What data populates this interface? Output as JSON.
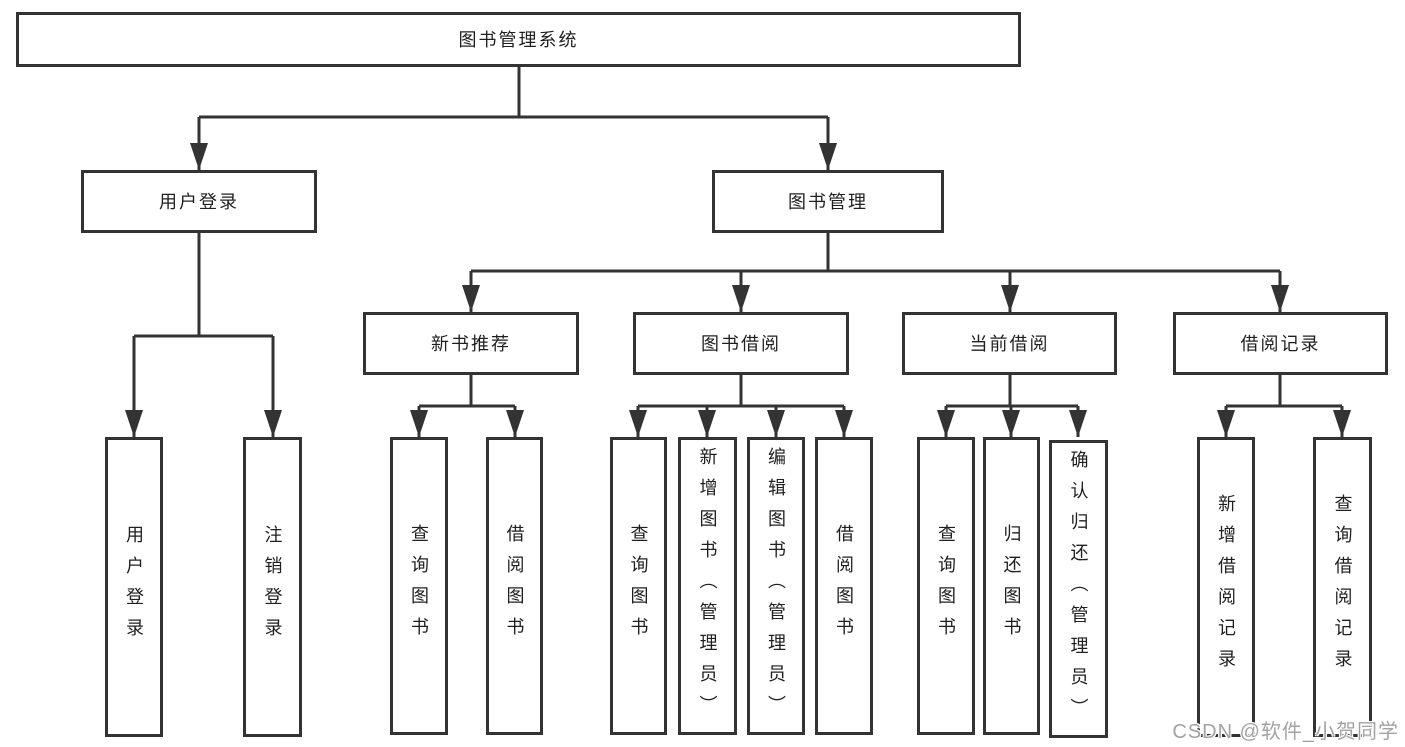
{
  "root": {
    "label": "图书管理系统"
  },
  "level2": [
    {
      "label": "用户登录"
    },
    {
      "label": "图书管理"
    }
  ],
  "level3": [
    {
      "label": "新书推荐"
    },
    {
      "label": "图书借阅"
    },
    {
      "label": "当前借阅"
    },
    {
      "label": "借阅记录"
    }
  ],
  "leaves": {
    "login": [
      {
        "label": "用户登录"
      },
      {
        "label": "注销登录"
      }
    ],
    "recommend": [
      {
        "label": "查询图书"
      },
      {
        "label": "借阅图书"
      }
    ],
    "borrow": [
      {
        "label": "查询图书"
      },
      {
        "label": "新增图书（管理员）"
      },
      {
        "label": "编辑图书（管理员）"
      },
      {
        "label": "借阅图书"
      }
    ],
    "current": [
      {
        "label": "查询图书"
      },
      {
        "label": "归还图书"
      },
      {
        "label": "确认归还（管理员）"
      }
    ],
    "records": [
      {
        "label": "新增借阅记录"
      },
      {
        "label": "查询借阅记录"
      }
    ]
  },
  "watermark": {
    "text": "CSDN @软件_小贺同学"
  },
  "colors": {
    "line": "#333333",
    "text": "#1f1f1f",
    "background": "#ffffff",
    "watermark": "#a3a3a3"
  }
}
